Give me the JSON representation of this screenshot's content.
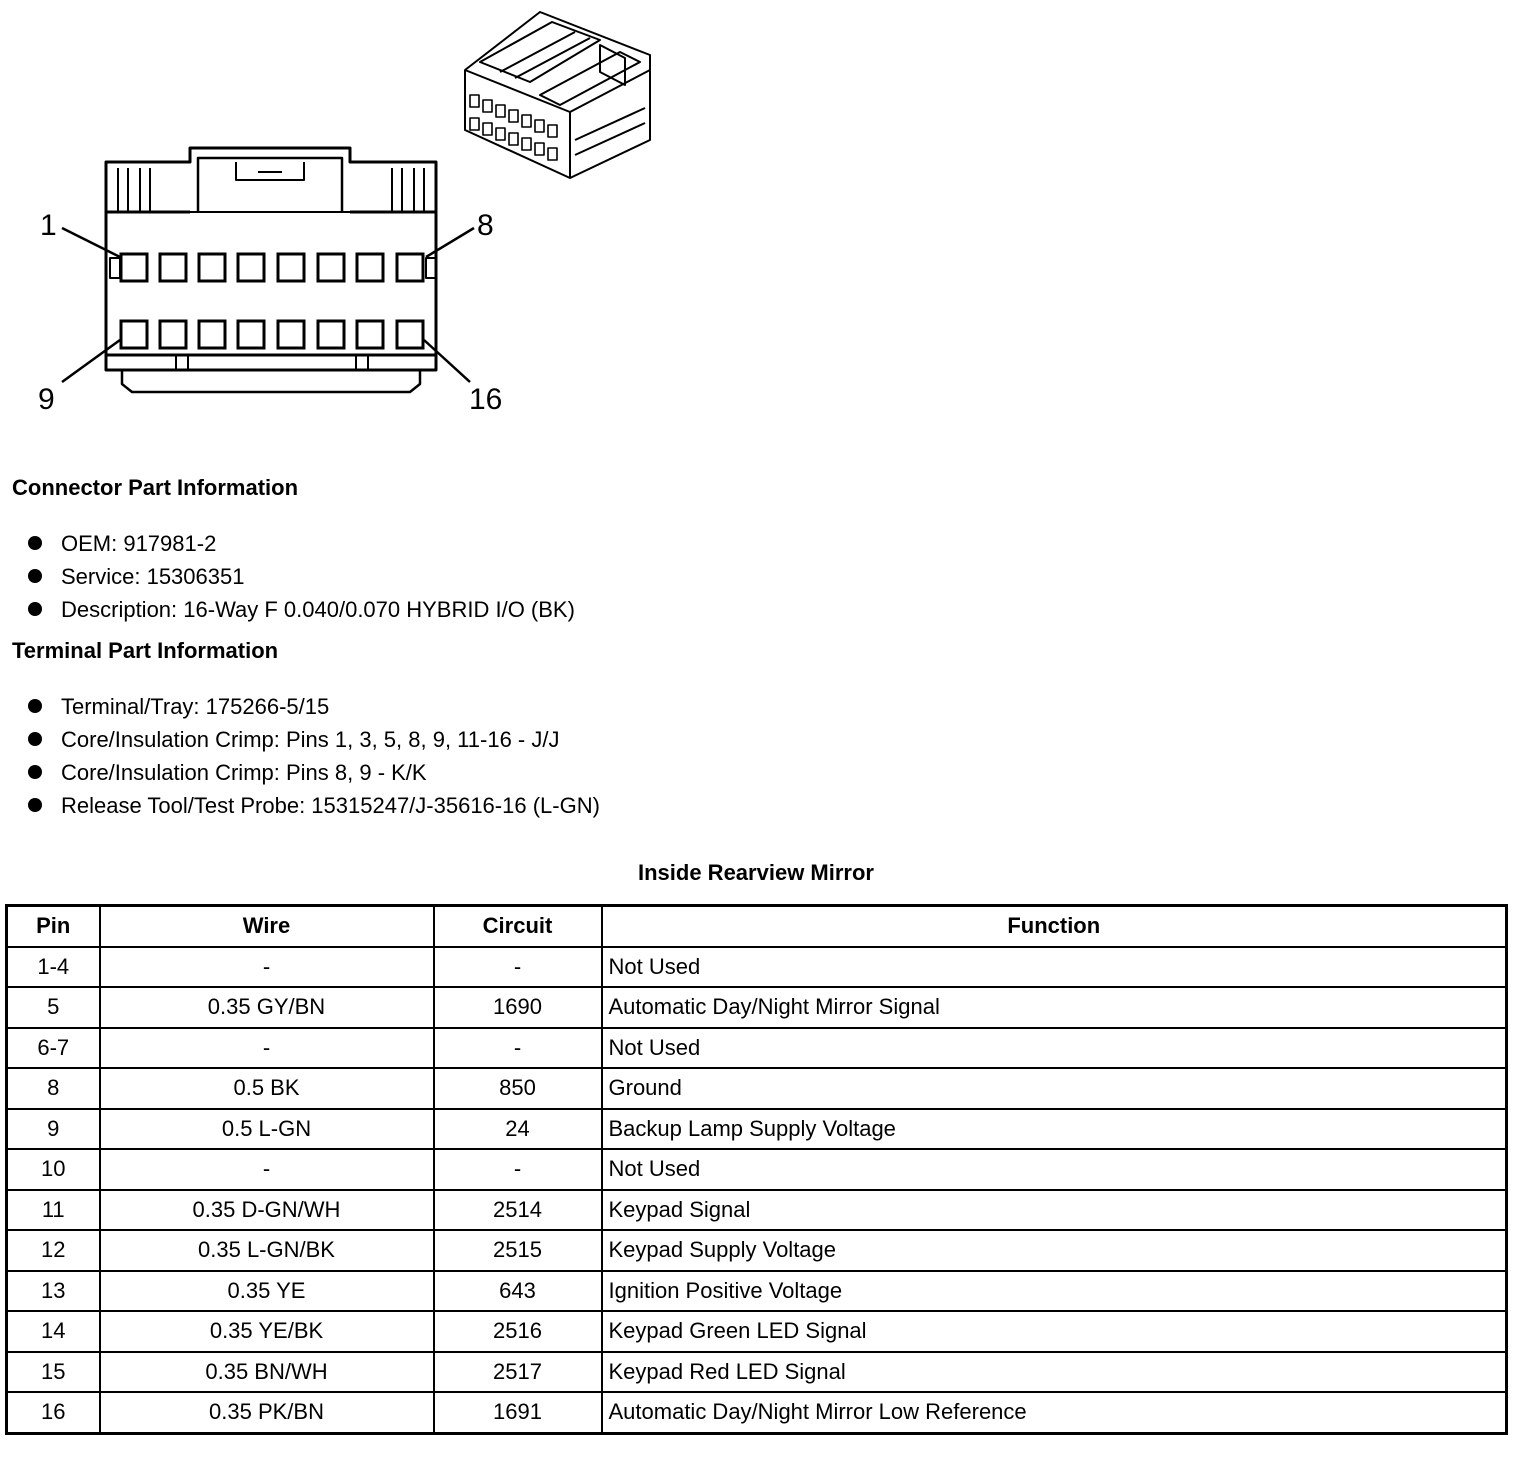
{
  "diagram": {
    "pin_callouts": [
      "1",
      "8",
      "9",
      "16"
    ]
  },
  "connector_info": {
    "heading": "Connector Part Information",
    "items": [
      "OEM: 917981-2",
      "Service: 15306351",
      "Description: 16-Way F 0.040/0.070 HYBRID I/O (BK)"
    ]
  },
  "terminal_info": {
    "heading": "Terminal Part Information",
    "items": [
      "Terminal/Tray: 175266-5/15",
      "Core/Insulation Crimp: Pins 1, 3, 5, 8, 9, 11-16 - J/J",
      "Core/Insulation Crimp: Pins 8, 9 - K/K",
      "Release Tool/Test Probe: 15315247/J-35616-16 (L-GN)"
    ]
  },
  "table": {
    "title": "Inside Rearview Mirror",
    "headers": [
      "Pin",
      "Wire",
      "Circuit",
      "Function"
    ],
    "rows": [
      [
        "1-4",
        "-",
        "-",
        "Not Used"
      ],
      [
        "5",
        "0.35 GY/BN",
        "1690",
        "Automatic Day/Night Mirror Signal"
      ],
      [
        "6-7",
        "-",
        "-",
        "Not Used"
      ],
      [
        "8",
        "0.5 BK",
        "850",
        "Ground"
      ],
      [
        "9",
        "0.5 L-GN",
        "24",
        "Backup Lamp Supply Voltage"
      ],
      [
        "10",
        "-",
        "-",
        "Not Used"
      ],
      [
        "11",
        "0.35 D-GN/WH",
        "2514",
        "Keypad Signal"
      ],
      [
        "12",
        "0.35 L-GN/BK",
        "2515",
        "Keypad Supply Voltage"
      ],
      [
        "13",
        "0.35 YE",
        "643",
        "Ignition Positive Voltage"
      ],
      [
        "14",
        "0.35 YE/BK",
        "2516",
        "Keypad Green LED Signal"
      ],
      [
        "15",
        "0.35 BN/WH",
        "2517",
        "Keypad Red LED Signal"
      ],
      [
        "16",
        "0.35 PK/BN",
        "1691",
        "Automatic Day/Night Mirror Low Reference"
      ]
    ]
  }
}
